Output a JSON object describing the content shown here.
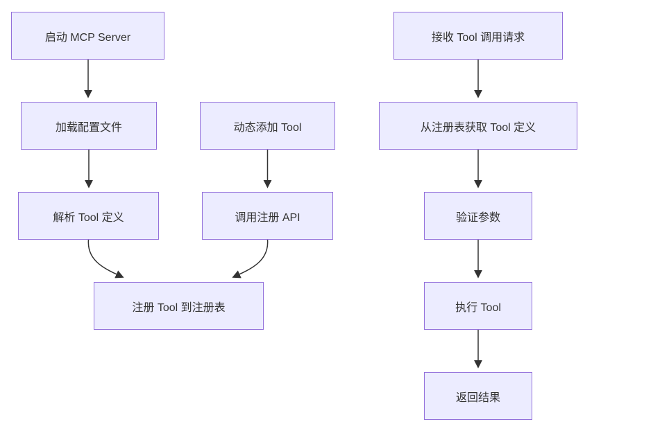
{
  "diagram": {
    "type": "flowchart",
    "direction": "top-down",
    "colors": {
      "node_fill": "#ECECFF",
      "node_border": "#9370DB",
      "edge": "#333333",
      "text": "#333333",
      "background": "#FFFFFF"
    },
    "nodes": [
      {
        "id": "start-mcp-server",
        "label": "启动 MCP Server"
      },
      {
        "id": "load-config-file",
        "label": "加载配置文件"
      },
      {
        "id": "dynamic-add-tool",
        "label": "动态添加 Tool"
      },
      {
        "id": "parse-tool-def",
        "label": "解析 Tool 定义"
      },
      {
        "id": "call-register-api",
        "label": "调用注册 API"
      },
      {
        "id": "register-tool",
        "label": "注册 Tool 到注册表"
      },
      {
        "id": "receive-request",
        "label": "接收 Tool 调用请求"
      },
      {
        "id": "get-tool-def",
        "label": "从注册表获取 Tool 定义"
      },
      {
        "id": "validate-params",
        "label": "验证参数"
      },
      {
        "id": "execute-tool",
        "label": "执行 Tool"
      },
      {
        "id": "return-result",
        "label": "返回结果"
      }
    ],
    "edges": [
      {
        "from": "start-mcp-server",
        "to": "load-config-file"
      },
      {
        "from": "load-config-file",
        "to": "parse-tool-def"
      },
      {
        "from": "dynamic-add-tool",
        "to": "call-register-api"
      },
      {
        "from": "parse-tool-def",
        "to": "register-tool"
      },
      {
        "from": "call-register-api",
        "to": "register-tool"
      },
      {
        "from": "receive-request",
        "to": "get-tool-def"
      },
      {
        "from": "get-tool-def",
        "to": "validate-params"
      },
      {
        "from": "validate-params",
        "to": "execute-tool"
      },
      {
        "from": "execute-tool",
        "to": "return-result"
      }
    ]
  }
}
